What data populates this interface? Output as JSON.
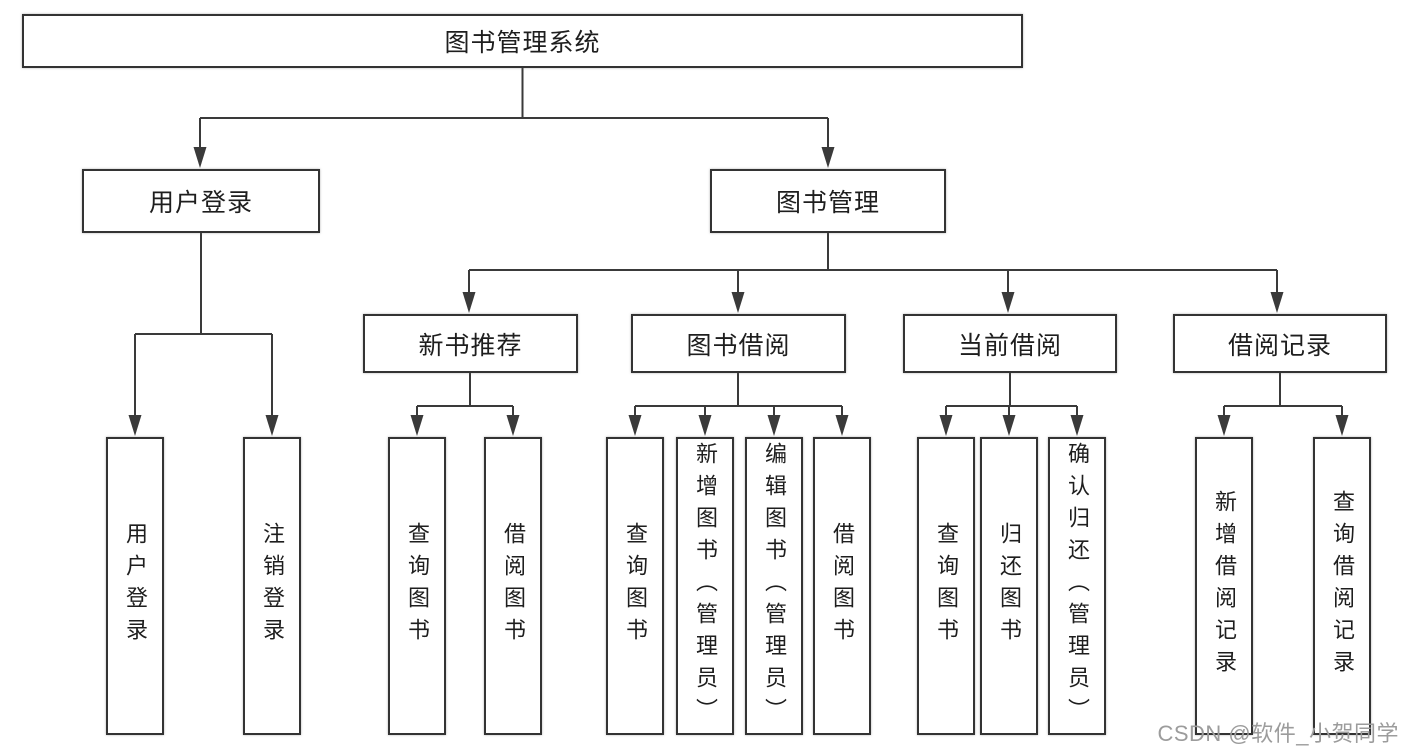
{
  "diagram": {
    "title": "图书管理系统",
    "nodes": {
      "root": "图书管理系统",
      "user_login": "用户登录",
      "book_mgmt": "图书管理",
      "new_book_rec": "新书推荐",
      "book_borrow": "图书借阅",
      "current_borrow": "当前借阅",
      "borrow_records": "借阅记录",
      "leaf_user_login": "用户登录",
      "leaf_logout": "注销登录",
      "leaf_nbr_query_books": "查询图书",
      "leaf_nbr_borrow_books": "借阅图书",
      "leaf_bb_query_books": "查询图书",
      "leaf_bb_add_books": "新增图书（管理员）",
      "leaf_bb_edit_books": "编辑图书（管理员）",
      "leaf_bb_borrow_books": "借阅图书",
      "leaf_cb_query_books": "查询图书",
      "leaf_cb_return_books": "归还图书",
      "leaf_cb_confirm_return": "确认归还（管理员）",
      "leaf_br_add_record": "新增借阅记录",
      "leaf_br_query_record": "查询借阅记录"
    },
    "hierarchy": {
      "图书管理系统": {
        "用户登录": [
          "用户登录",
          "注销登录"
        ],
        "图书管理": {
          "新书推荐": [
            "查询图书",
            "借阅图书"
          ],
          "图书借阅": [
            "查询图书",
            "新增图书（管理员）",
            "编辑图书（管理员）",
            "借阅图书"
          ],
          "当前借阅": [
            "查询图书",
            "归还图书",
            "确认归还（管理员）"
          ],
          "借阅记录": [
            "新增借阅记录",
            "查询借阅记录"
          ]
        }
      }
    },
    "colors": {
      "line": "#3a3a3a",
      "box_border": "#333333",
      "box_fill": "#ffffff",
      "text": "#1e1e1e",
      "background": "#ffffff",
      "watermark": "#9c9c9c"
    }
  },
  "watermark": {
    "text": "CSDN @软件_小贺同学"
  }
}
